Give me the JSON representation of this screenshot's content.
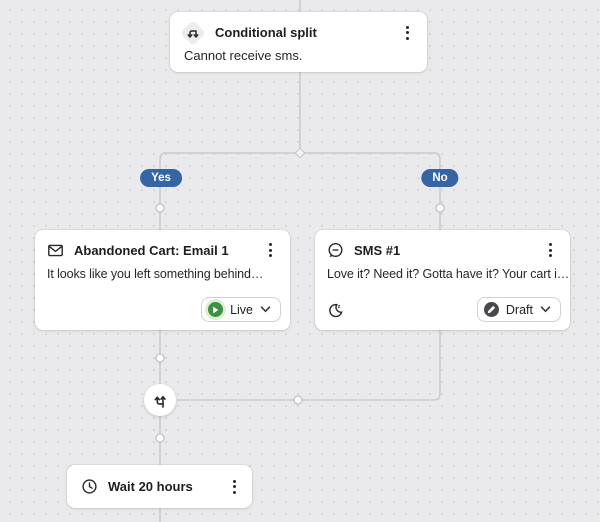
{
  "flow": {
    "conditional_split": {
      "title": "Conditional split",
      "description": "Cannot receive sms.",
      "icon": "split-arrows-icon",
      "menu_icon": "kebab-menu-icon"
    },
    "branches": {
      "yes_label": "Yes",
      "no_label": "No"
    },
    "email_node": {
      "title": "Abandoned Cart: Email 1",
      "preview": "It looks like you left something behind…",
      "status_label": "Live",
      "icon": "envelope-icon",
      "status_icon": "play-circle-icon"
    },
    "sms_node": {
      "title": "SMS #1",
      "preview": "Love it? Need it? Gotta have it? Your cart i…",
      "status_label": "Draft",
      "icon": "sms-bubble-icon",
      "quiet_hours_icon": "moon-z-icon",
      "status_icon": "pencil-circle-icon"
    },
    "wait_node": {
      "title": "Wait 20 hours",
      "icon": "clock-icon"
    },
    "merge_node": {
      "icon": "merge-arrows-icon"
    }
  },
  "colors": {
    "canvas_background": "#eaeaec",
    "dot_grid": "#d4d5d9",
    "connector": "#c7c9cd",
    "badge_blue": "#3565a4",
    "live_green": "#3e9142",
    "live_halo": "#ddefd5",
    "draft_gray": "#47494e",
    "card_white": "#ffffff",
    "text_dark": "#1c1e21"
  }
}
